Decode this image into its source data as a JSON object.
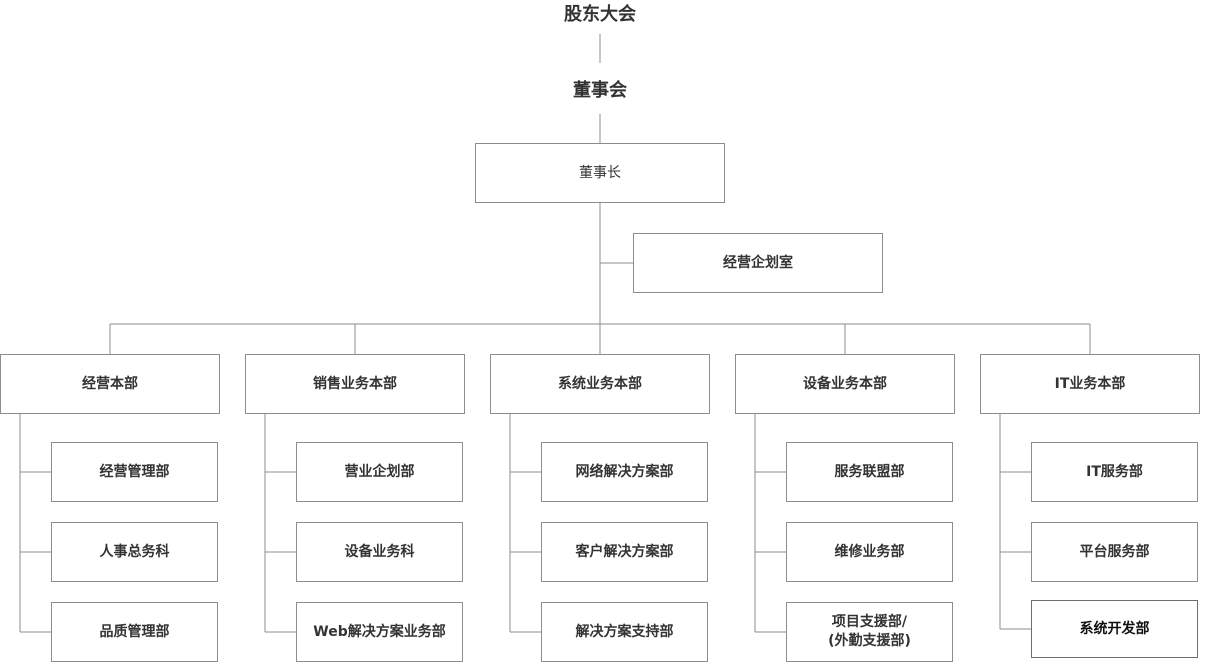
{
  "top": {
    "shareholders": "股东大会",
    "board": "董事会",
    "chairman": "董事长",
    "planning_office": "经营企划室"
  },
  "divisions": [
    {
      "name": "经营本部",
      "departments": [
        "经营管理部",
        "人事总务科",
        "品质管理部"
      ]
    },
    {
      "name": "销售业务本部",
      "departments": [
        "营业企划部",
        "设备业务科",
        "Web解决方案业务部"
      ]
    },
    {
      "name": "系统业务本部",
      "departments": [
        "网络解决方案部",
        "客户解决方案部",
        "解决方案支持部"
      ]
    },
    {
      "name": "设备业务本部",
      "departments": [
        "服务联盟部",
        "维修业务部",
        "项目支援部/\n(外勤支援部)"
      ]
    },
    {
      "name": "IT业务本部",
      "departments": [
        "IT服务部",
        "平台服务部",
        "系统开发部"
      ]
    }
  ],
  "colors": {
    "line": "#8c8c8c",
    "text": "#333333"
  }
}
